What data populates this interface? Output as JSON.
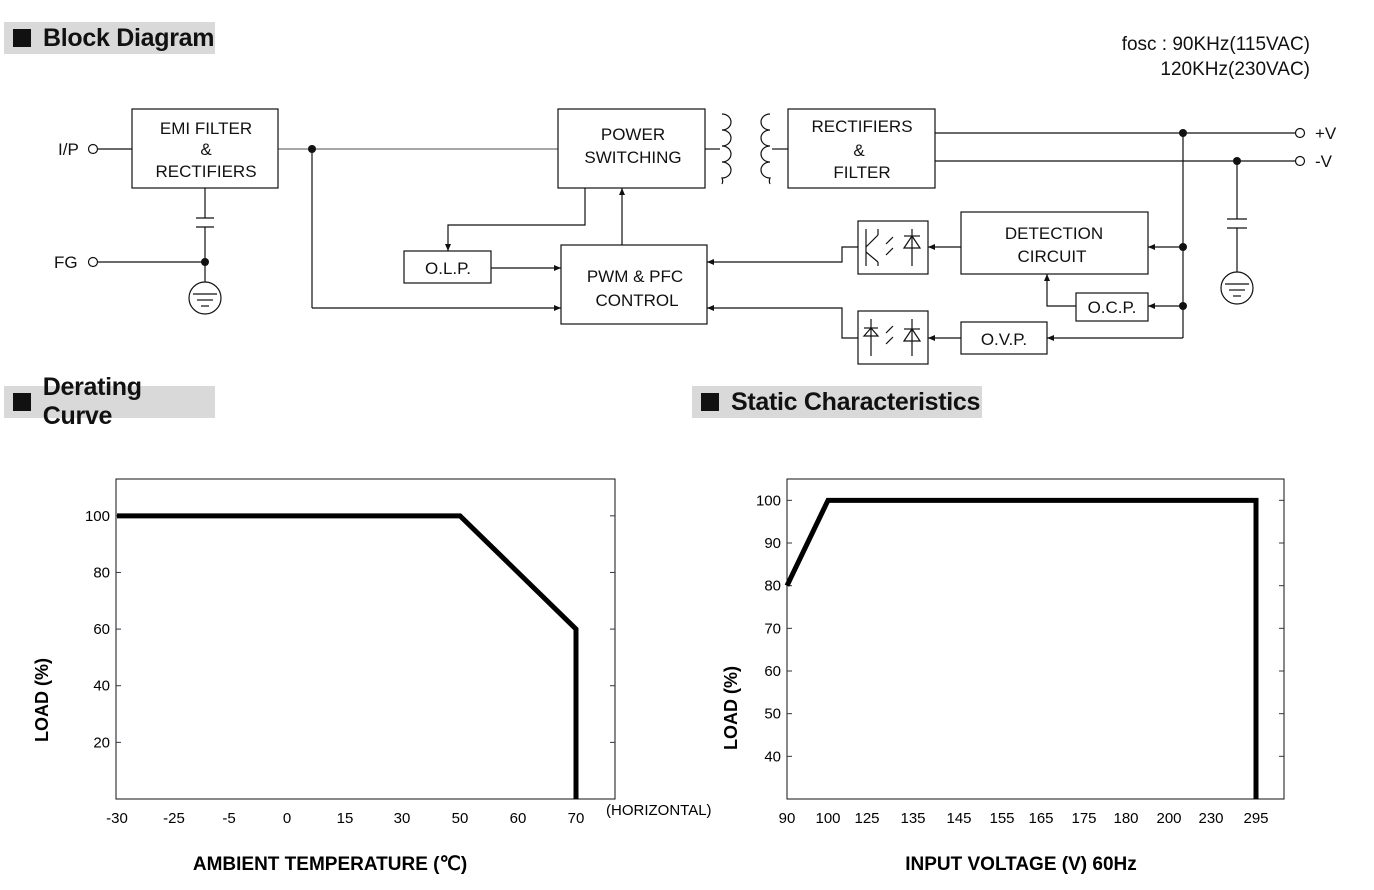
{
  "sections": {
    "block_diagram": "Block Diagram",
    "derating_curve": "Derating Curve",
    "static_characteristics": "Static Characteristics"
  },
  "block_diagram": {
    "fosc_line1": "fosc :  90KHz(115VAC)",
    "fosc_line2": "120KHz(230VAC)",
    "terminals": {
      "ip": "I/P",
      "fg": "FG",
      "pos": "+V",
      "neg": "-V"
    },
    "blocks": {
      "emi_filter": [
        "EMI FILTER",
        "&",
        "RECTIFIERS"
      ],
      "power_switching": [
        "POWER",
        "SWITCHING"
      ],
      "rect_filter": [
        "RECTIFIERS",
        "&",
        "FILTER"
      ],
      "olp": "O.L.P.",
      "pwm": [
        "PWM & PFC",
        "CONTROL"
      ],
      "detection": [
        "DETECTION",
        "CIRCUIT"
      ],
      "ocp": "O.C.P.",
      "ovp": "O.V.P."
    }
  },
  "chart_data": [
    {
      "type": "line",
      "xlabel": "AMBIENT TEMPERATURE (℃)",
      "ylabel": "LOAD (%)",
      "x_ticks": [
        "-30",
        "-25",
        "-5",
        "0",
        "15",
        "30",
        "50",
        "60",
        "70"
      ],
      "x_extra_label": "(HORIZONTAL)",
      "y_ticks": [
        "20",
        "40",
        "60",
        "80",
        "100"
      ],
      "ylim": [
        0,
        113
      ],
      "series": [
        {
          "x": [
            "-30",
            "50",
            "70",
            "70"
          ],
          "y": [
            100,
            100,
            60,
            0
          ]
        }
      ]
    },
    {
      "type": "line",
      "xlabel": "INPUT VOLTAGE (V) 60Hz",
      "ylabel": "LOAD (%)",
      "x_ticks": [
        "90",
        "100",
        "125",
        "135",
        "145",
        "155",
        "165",
        "175",
        "180",
        "200",
        "230",
        "295"
      ],
      "y_ticks": [
        "40",
        "50",
        "60",
        "70",
        "80",
        "90",
        "100"
      ],
      "ylim": [
        30,
        105
      ],
      "series": [
        {
          "x": [
            "90",
            "100",
            "295",
            "295"
          ],
          "y": [
            80,
            100,
            100,
            30
          ]
        }
      ]
    }
  ]
}
